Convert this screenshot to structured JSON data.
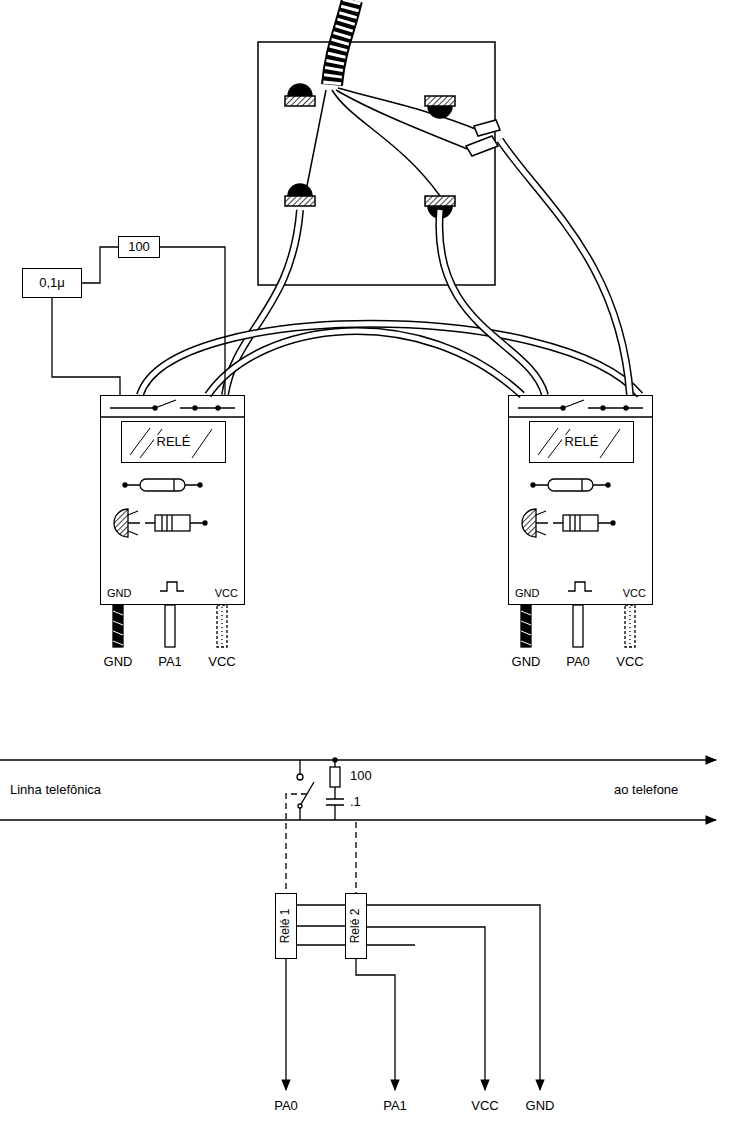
{
  "diagram": {
    "nodes": [
      {
        "text": [
          "GND",
          "VCC"
        ]
      },
      {
        "text": [
          "RELÉ"
        ],
        "in": 0
      },
      {
        "text": [
          "GND",
          "VCC"
        ]
      },
      {
        "text": [
          "RELÉ"
        ],
        "in": 2
      },
      {
        "text": [
          "0,1μ"
        ]
      },
      {
        "text": [
          "100"
        ]
      },
      {
        "text": [
          "Relé 1"
        ]
      },
      {
        "text": [
          "Relé 2"
        ]
      }
    ],
    "edges": [
      {
        "from": 4,
        "to": 5,
        "arrow": "none"
      },
      {
        "from": 4,
        "to": 0,
        "arrow": "none"
      },
      {
        "from": 5,
        "to": 0,
        "arrow": "none"
      },
      {
        "from": 6,
        "to": 7,
        "arrow": "none"
      }
    ],
    "labels": [
      "GND",
      "PA1",
      "VCC",
      "GND",
      "PA0",
      "VCC",
      "Linha telefônica",
      "ao telefone",
      "100",
      ".1",
      "PA0",
      "PA1",
      "VCC",
      "GND"
    ]
  }
}
